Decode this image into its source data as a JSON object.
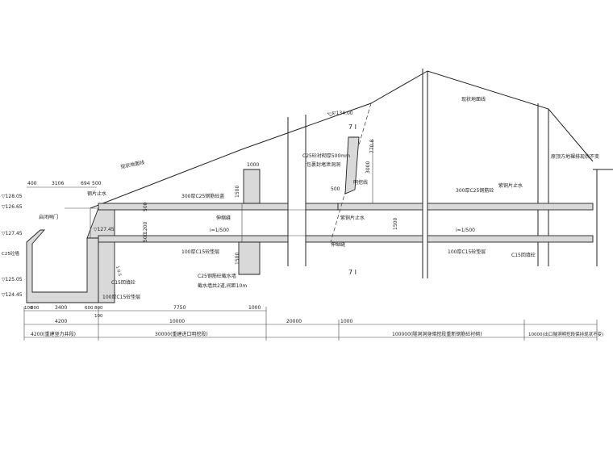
{
  "elevations": {
    "e1": "▽128.05",
    "e2": "▽126.65",
    "e3": "▽127.45",
    "e4": "▽125.05",
    "e5": "▽124.45",
    "e6": "▽127.45",
    "e7": "▽134.00"
  },
  "labels": {
    "ground_1": "现状地面线",
    "ground_2": "现状地面线",
    "gate": "启闭闸门",
    "steel_stop": "钢片止水",
    "rebar_top": "300厚C25钢筋砼盖",
    "rebar_top2": "300厚C25钢筋砼",
    "steel_stop2": "紫铜片止水",
    "expansion": "伸缩缝",
    "expansion2": "伸缩缝",
    "slope1": "i=1/500",
    "slope2": "i=1/500",
    "c15_pad": "100厚C15砼垫层",
    "c15_pad2": "100厚C15砼垫层",
    "c15_pad3": "100厚C15砼垫层",
    "c25_wall": "C25钢筋砼截水墙",
    "wall_note": "截水墙共2道,间距10m",
    "c25_lining": "C25砼衬砌厚500mm",
    "lining_note": "包裹封堵泄洞洞",
    "arch": "明挖线",
    "c15_fill": "C15回填砼",
    "c25_side": "C25砼墙",
    "c15_fill2": "C15回填砼",
    "ratio": "1:0.5",
    "fill_300": "300厚C25钢筋砼",
    "steel_stop3": "紫铜片止水",
    "brick": "原顶方地裸排现状不变",
    "section_mark_top": "7 I",
    "section_mark_bottom": "7 I"
  },
  "dims": {
    "top_400": "400",
    "top_3106": "3106",
    "top_694": "694",
    "top_500": "500",
    "top_1000": "1000",
    "v_1500a": "1500",
    "v_1500b": "1500",
    "v_1200": "1200",
    "v_1500c": "1500",
    "v_500a": "500",
    "v_500b": "500",
    "v_3000": "3000",
    "v_770": "770.8",
    "v_500c": "500",
    "s_1000": "1000",
    "row1_100": "100",
    "row1_800": "800",
    "row1_3400": "3400",
    "row1_600": "600",
    "row1_800b": "800",
    "row1_7750": "7750",
    "row1_1000": "1000",
    "row1_100b": "100",
    "row2_4200": "4200",
    "row2_10000": "10000",
    "row2_20000": "20000",
    "row2_1000": "1000",
    "row3_4200": "4200(重建竖力井段)",
    "row3_30000": "30000(重建进口明挖段)",
    "row3_100000": "100000(隧洞洞身暗挖段重新钢筋砼衬砌)",
    "row3_10000": "10000(出口隧洞明挖段保持现状不变)"
  }
}
